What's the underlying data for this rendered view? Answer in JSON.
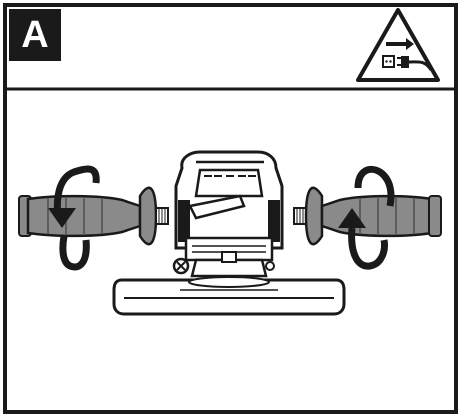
{
  "figure": {
    "step_label": "A",
    "icons": {
      "warning": "unplug-before-service-warning-icon",
      "left_handle_arrow": "rotate-counterclockwise-arrow",
      "right_handle_arrow": "rotate-clockwise-arrow"
    },
    "colors": {
      "ink": "#1a1a1a",
      "grip_fill": "#8a8a8a",
      "grip_dark": "#5c5c5c",
      "paper": "#ffffff"
    }
  }
}
